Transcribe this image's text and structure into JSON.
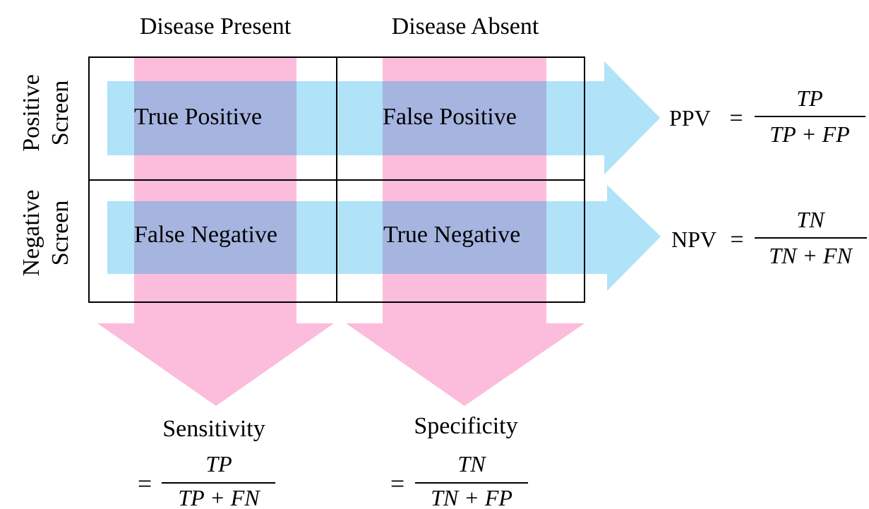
{
  "columns": {
    "present": "Disease Present",
    "absent": "Disease Absent"
  },
  "rows": {
    "positive_line1": "Positive",
    "positive_line2": "Screen",
    "negative_line1": "Negative",
    "negative_line2": "Screen"
  },
  "cells": {
    "tp": "True Positive",
    "fp": "False Positive",
    "fn": "False Negative",
    "tn": "True Negative"
  },
  "formulas": {
    "ppv": {
      "label": "PPV",
      "equals": "=",
      "numerator": "TP",
      "denominator": "TP + FP"
    },
    "npv": {
      "label": "NPV",
      "equals": "=",
      "numerator": "TN",
      "denominator": "TN + FN"
    },
    "sensitivity": {
      "label": "Sensitivity",
      "equals": "=",
      "numerator": "TP",
      "denominator": "TP + FN"
    },
    "specificity": {
      "label": "Specificity",
      "equals": "=",
      "numerator": "TN",
      "denominator": "TN + FP"
    }
  },
  "colors": {
    "pink_arrow": "#fcbcdc",
    "blue_arrow": "#b0e2f8",
    "overlap": "#a6b4e0",
    "grid": "#000000"
  }
}
